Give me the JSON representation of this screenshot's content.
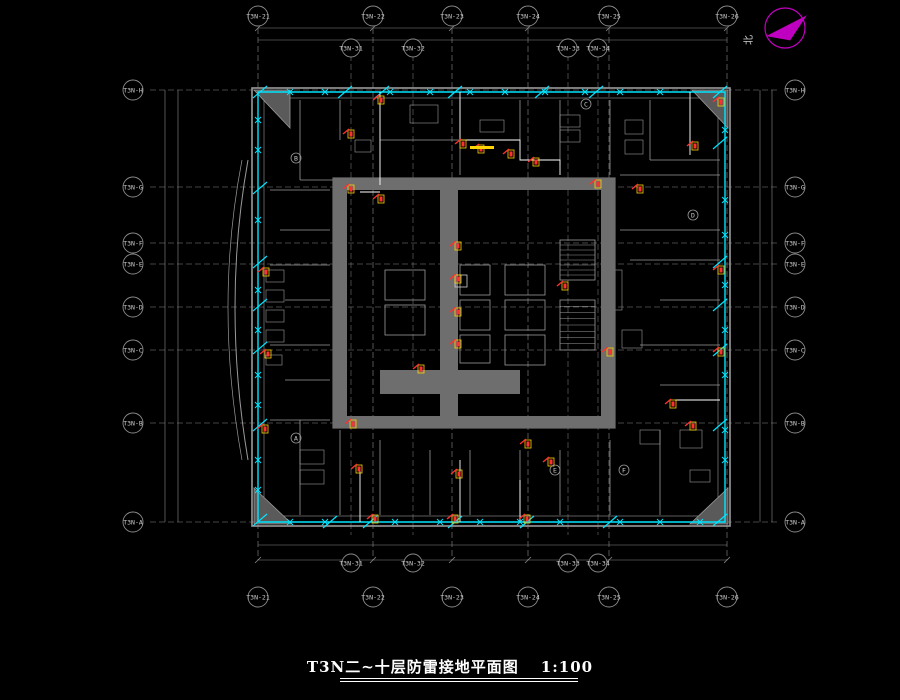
{
  "drawing": {
    "title": "T3N二~十层防雷接地平面图",
    "scale": "1:100",
    "north_label": "北",
    "colors": {
      "background": "#000000",
      "grid": "#8a8a8a",
      "walls": "#9a9a9a",
      "core": "#6e6e6e",
      "ring_conductor": "#00e5ff",
      "downlead": "#ff3030",
      "label_yellow": "#ffd400",
      "north_arrow": "#c000c0"
    }
  },
  "axes": {
    "top": [
      "T3N-21",
      "T3N-22",
      "T3N-23",
      "T3N-24",
      "T3N-25",
      "T3N-26"
    ],
    "top_inner": [
      "T3N-31",
      "T3N-32",
      "T3N-33",
      "T3N-34"
    ],
    "bottom": [
      "T3N-21",
      "T3N-22",
      "T3N-23",
      "T3N-24",
      "T3N-25",
      "T3N-26"
    ],
    "bottom_inner": [
      "T3N-31",
      "T3N-32",
      "T3N-33",
      "T3N-34"
    ],
    "left": [
      "T3N-H",
      "T3N-G",
      "T3N-F",
      "T3N-E",
      "T3N-D",
      "T3N-C",
      "T3N-B",
      "T3N-A"
    ],
    "right": [
      "T3N-H",
      "T3N-G",
      "T3N-F",
      "T3N-E",
      "T3N-D",
      "T3N-C",
      "T3N-B",
      "T3N-A"
    ]
  },
  "zones": [
    "A",
    "B",
    "C",
    "D",
    "E",
    "F"
  ]
}
